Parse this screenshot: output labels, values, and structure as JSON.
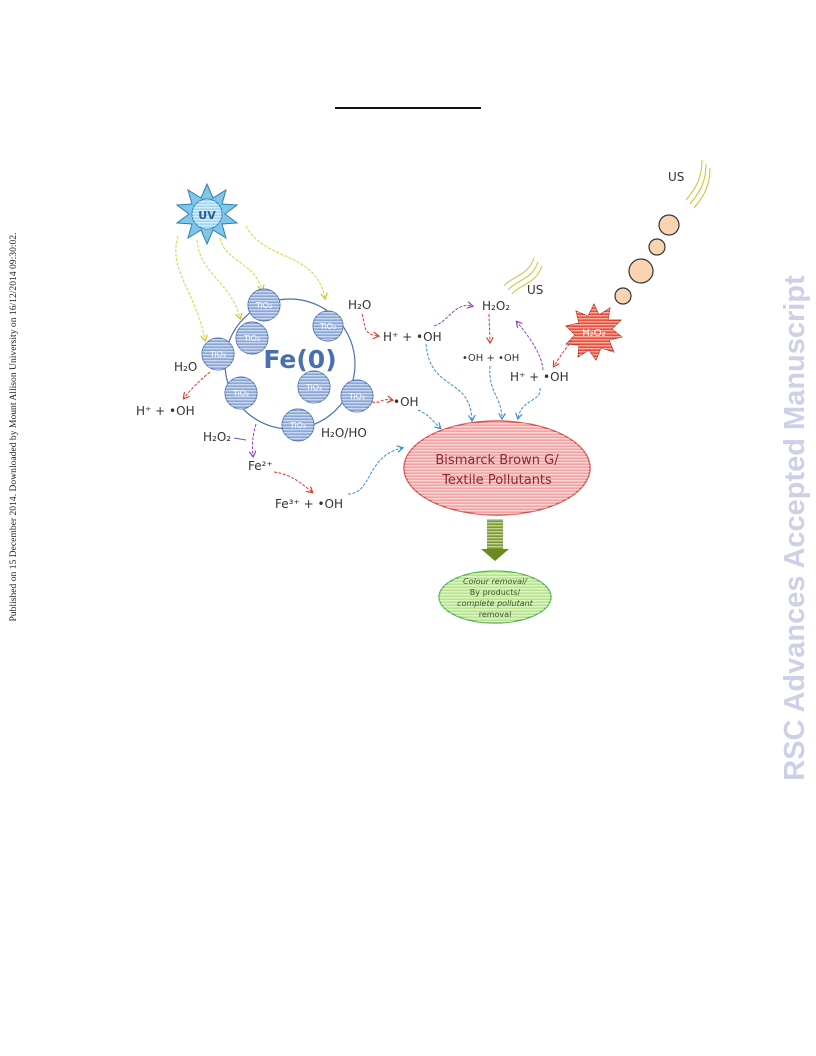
{
  "header_rule": true,
  "side_note": "Published on 15 December 2014. Downloaded by Mount Allison University on 16/12/2014 09:30:02.",
  "watermark": "RSC Advances Accepted Manuscript",
  "scheme": {
    "uv": "UV",
    "core": "Fe(0)",
    "tio2": "TiO₂",
    "us_top": "US",
    "us_mid": "US",
    "h2o2_burst": "H₂O₂",
    "h2o_left": "H₂O",
    "h2o_top": "H₂O",
    "h_oh_left": "H⁺ + •OH",
    "h_oh_mid": "H⁺ + •OH",
    "h2o2_mid": "H₂O₂",
    "oh_oh": "•OH + •OH",
    "h_oh_right": "H⁺ + •OH",
    "oh_bottom": "•OH",
    "h2o_ho": "H₂O/HO",
    "h2o2_bottom": "H₂O₂",
    "fe2": "Fe²⁺",
    "fe3_oh": "Fe³⁺ + •OH",
    "target_line1": "Bismarck Brown G/",
    "target_line2": "Textile Pollutants",
    "product_line1": "Colour removal/",
    "product_line2": "By products/",
    "product_line3": "complete pollutant",
    "product_line4": "removal"
  },
  "colors": {
    "tio2_fill": "#8aa6d6",
    "tio2_stroke": "#4a6fae",
    "uv_fill": "#9fd8f2",
    "target_fill": "#f2a3a3",
    "target_stroke": "#d94b4b",
    "product_fill": "#b7e58a",
    "product_stroke": "#4caf50",
    "burst_fill": "#e8503a",
    "bubble_fill": "#f8d4b0",
    "arrow_yellow": "#d8d24a",
    "arrow_red": "#e23a2a",
    "arrow_blue": "#3a8fd0",
    "arrow_purple": "#8a46b8",
    "arrow_down": "#7a9a2a"
  }
}
